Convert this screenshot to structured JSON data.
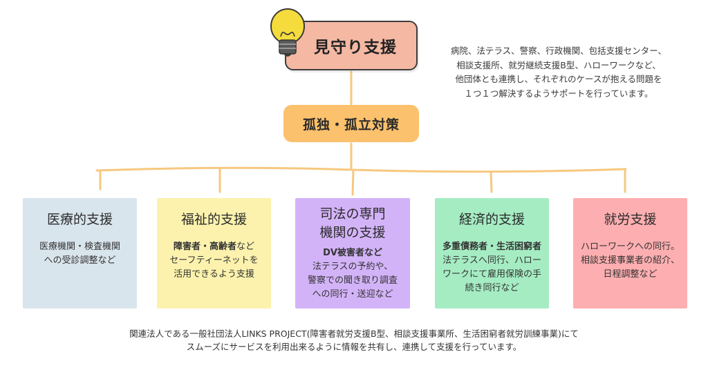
{
  "main": {
    "title": "見守り支援"
  },
  "description": [
    "病院、法テラス、警察、行政機関、包括支援センター、",
    "相談支援所、就労継続支援B型、ハローワークなど、",
    "他団体とも連携し、それぞれのケースが抱える問題を",
    "１つ１つ解決するようサポートを行っています。"
  ],
  "sub": {
    "title": "孤独・孤立対策"
  },
  "cards": [
    {
      "title": "医療的支援",
      "body_lines": [
        "医療機関・検査機関",
        "への受診調整など"
      ]
    },
    {
      "title": "福祉的支援",
      "bold": "障害者・高齢者",
      "bold_suffix": "など",
      "body_lines": [
        "セーフティーネットを",
        "活用できるよう支援"
      ]
    },
    {
      "title_lines": [
        "司法の専門",
        "機関の支援"
      ],
      "bold": "DV被害者など",
      "body_lines": [
        "法テラスの予約や、",
        "警察での聞き取り調査",
        "への同行・送迎など"
      ]
    },
    {
      "title": "経済的支援",
      "bold": "多重債務者・生活困窮者",
      "body_lines": [
        "法テラスへ同行、ハロー",
        "ワークにて雇用保険の手",
        "続き同行など"
      ]
    },
    {
      "title": "就労支援",
      "body_lines": [
        "ハローワークへの同行。",
        "相談支援事業者の紹介、",
        "日程調整など"
      ]
    }
  ],
  "footer": [
    "関連法人である一般社団法人LINKS PROJECT(障害者就労支援B型、相談支援事業所、生活困窮者就労訓練事業)にて",
    "スムーズにサービスを利用出来るように情報を共有し、連携して支援を行っています。"
  ],
  "colors": {
    "main_box": "#f4b8a3",
    "sub_box": "#fbc16c",
    "connector": "#f6c87e",
    "card_medical": "#d9e5ed",
    "card_welfare": "#fcf2ad",
    "card_legal": "#d3b3f8",
    "card_economic": "#a5ecc3",
    "card_work": "#fdaeb0"
  },
  "icons": {
    "main": "lightbulb-icon"
  }
}
